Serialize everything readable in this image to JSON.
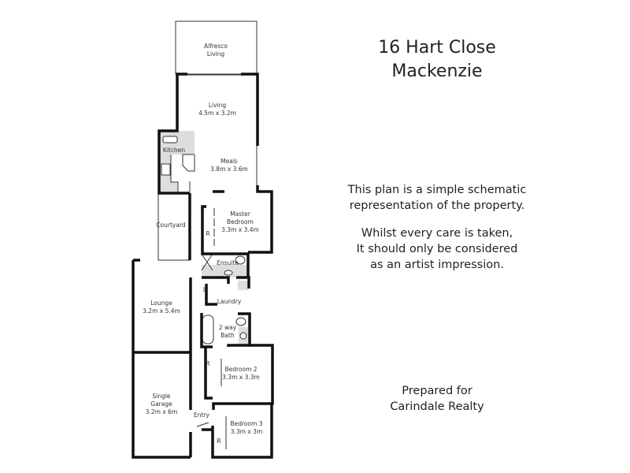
{
  "header": {
    "title_line1": "16 Hart Close",
    "title_line2": "Mackenzie"
  },
  "disclaimer": {
    "line1": "This plan is a simple schematic",
    "line2": "representation of the property.",
    "line3": "Whilst every care is taken,",
    "line4": "It should only be considered",
    "line5": "as an artist impression."
  },
  "prepared": {
    "line1": "Prepared for",
    "line2": "Carindale Realty"
  },
  "rooms": {
    "alfresco": {
      "name1": "Alfresco",
      "name2": "Living"
    },
    "living": {
      "name": "Living",
      "size": "4.5m x 3.2m"
    },
    "kitchen": {
      "name": "Kitchen"
    },
    "meals": {
      "name": "Meals",
      "size": "3.8m x 3.6m"
    },
    "courtyard": {
      "name": "Courtyard"
    },
    "master": {
      "name1": "Master",
      "name2": "Bedroom",
      "size": "3.3m x 3.4m"
    },
    "ensuite": {
      "name": "Ensuite"
    },
    "linen": {
      "name": "L"
    },
    "laundry": {
      "name": "Laundry"
    },
    "bath": {
      "name1": "2 way",
      "name2": "Bath"
    },
    "lounge": {
      "name": "Lounge",
      "size": "3.2m x 5.4m"
    },
    "bedroom2": {
      "name": "Bedroom 2",
      "size": "3.3m x 3.3m"
    },
    "garage": {
      "name1": "Single",
      "name2": "Garage",
      "size": "3.2m x 6m"
    },
    "entry": {
      "name": "Entry"
    },
    "bedroom3": {
      "name": "Bedroom 3",
      "size": "3.3m x 3m"
    },
    "robe": {
      "name": "R"
    }
  },
  "colors": {
    "wall": "#111111",
    "wet_area": "#dddddd"
  }
}
